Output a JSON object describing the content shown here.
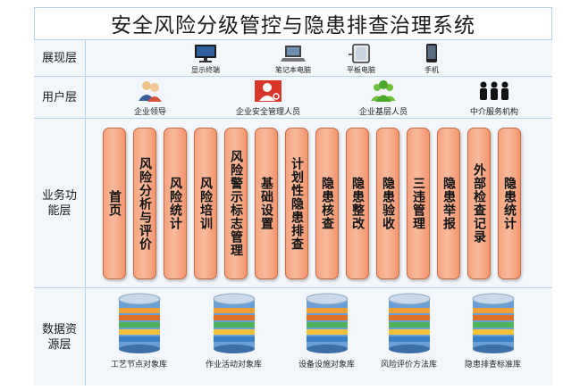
{
  "title": "安全风险分级管控与隐患排查治理系统",
  "layers": {
    "presentation": {
      "label": "展现层",
      "items": [
        {
          "label": "显示终端",
          "icon": "monitor-icon"
        },
        {
          "label": "笔记本电脑",
          "icon": "laptop-icon"
        },
        {
          "label": "平板电脑",
          "icon": "tablet-icon"
        },
        {
          "label": "手机",
          "icon": "phone-icon"
        }
      ]
    },
    "users": {
      "label": "用户层",
      "items": [
        {
          "label": "企业领导",
          "icon": "leaders-icon"
        },
        {
          "label": "企业安全管理人员",
          "icon": "safety-manager-icon"
        },
        {
          "label": "企业基层人员",
          "icon": "staff-icon"
        },
        {
          "label": "中介服务机构",
          "icon": "agency-icon"
        }
      ]
    },
    "business": {
      "label": "业务功能层",
      "modules": [
        {
          "label": "首页"
        },
        {
          "label": "风险分析与评价"
        },
        {
          "label": "风险统计"
        },
        {
          "label": "风险培训"
        },
        {
          "label": "风险警示标志管理"
        },
        {
          "label": "基础设置"
        },
        {
          "label": "计划性隐患排查"
        },
        {
          "label": "隐患核查"
        },
        {
          "label": "隐患整改"
        },
        {
          "label": "隐患验收"
        },
        {
          "label": "三违管理"
        },
        {
          "label": "隐患举报"
        },
        {
          "label": "外部检查记录"
        },
        {
          "label": "隐患统计"
        }
      ]
    },
    "data": {
      "label": "数据资源层",
      "databases": [
        {
          "label": "工艺节点对象库"
        },
        {
          "label": "作业活动对象库"
        },
        {
          "label": "设备设施对象库"
        },
        {
          "label": "风险评价方法库"
        },
        {
          "label": "隐患排查标准库"
        }
      ]
    }
  },
  "colors": {
    "module_fill": "#f7b095",
    "module_border": "#c46a45",
    "grid_line": "#b9d2ea",
    "row_bg": "#f3f7fb"
  }
}
